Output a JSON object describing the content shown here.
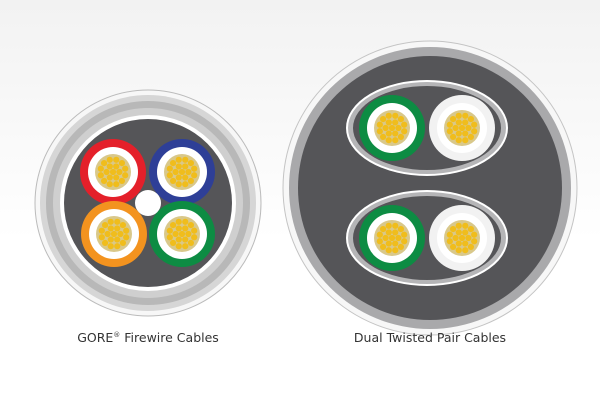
{
  "captions": {
    "left_brand": "GORE",
    "left_reg": "®",
    "left_rest": " Firewire Cables",
    "right": "Dual Twisted Pair Cables"
  },
  "colors": {
    "jacket_dark": "#555558",
    "red": "#e4202a",
    "blue": "#2e3f97",
    "orange": "#f3931f",
    "green": "#0d8c43",
    "white": "#ffffff",
    "gold": "#f0bd1c",
    "gold_core": "#d9c88a"
  }
}
